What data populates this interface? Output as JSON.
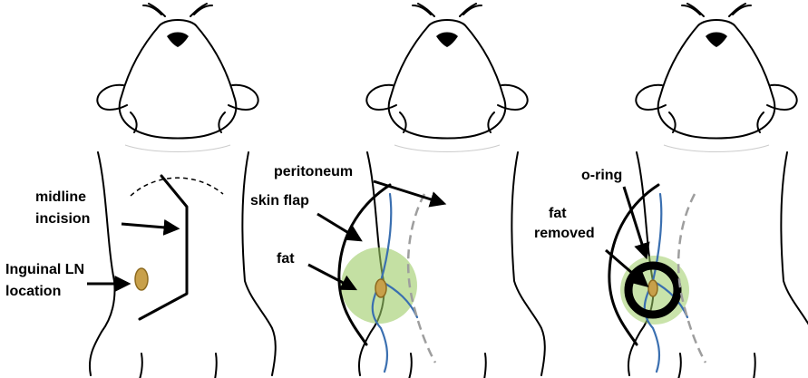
{
  "colors": {
    "outline": "#000000",
    "vessel": "#3a6fb0",
    "fat": "#9ccc65",
    "lymph_node": "#c8a04a",
    "peritoneum_line": "#9e9e9e",
    "o_ring": "#000000"
  },
  "panels": [
    {
      "name": "panel-1",
      "labels": {
        "midline_l1": "midline",
        "midline_l2": "incision",
        "inguinal_l1": "Inguinal LN",
        "inguinal_l2": "location"
      }
    },
    {
      "name": "panel-2",
      "labels": {
        "peritoneum": "peritoneum",
        "skin_flap": "skin flap",
        "fat": "fat"
      }
    },
    {
      "name": "panel-3",
      "labels": {
        "o_ring": "o-ring",
        "fat_removed_l1": "fat",
        "fat_removed_l2": "removed"
      }
    }
  ]
}
